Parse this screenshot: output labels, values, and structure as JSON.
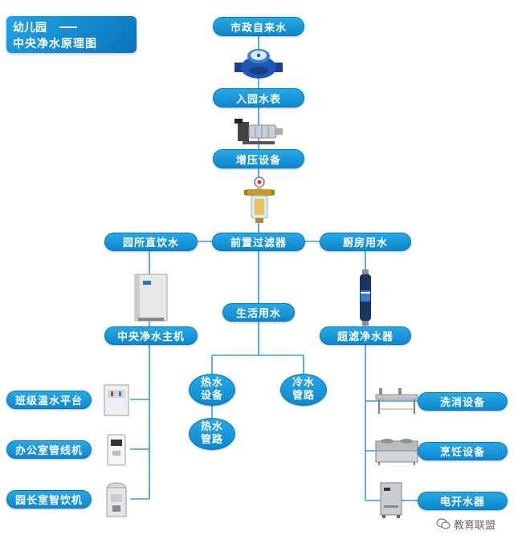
{
  "title": {
    "line1": "幼儿园",
    "line2": "中央净水原理图"
  },
  "nodes": {
    "municipal_water": "市政自来水",
    "water_meter": "入园水表",
    "booster": "增压设备",
    "pre_filter": "前置过滤器",
    "direct_drinking": "园所直饮水",
    "kitchen_water": "厨房用水",
    "central_host": "中央净水主机",
    "domestic_water": "生活用水",
    "uf_purifier": "超滤净水器",
    "hot_water_equipment": [
      "热水",
      "设备"
    ],
    "hot_water_pipe": [
      "热水",
      "管路"
    ],
    "cold_water_pipe": [
      "冷水",
      "管路"
    ],
    "class_platform": "班级温水平台",
    "office_dispenser": "办公室管线机",
    "director_dispenser": "园长室智饮机",
    "dishwasher": "洗消设备",
    "cooking": "烹饪设备",
    "electric_boiler": "电开水器"
  },
  "watermark": "教育联盟",
  "colors": {
    "node": "#1697da",
    "line": "#3a9ad3",
    "text": "#ffffff"
  },
  "icons": [
    "water-meter-icon",
    "booster-pump-icon",
    "pre-filter-icon",
    "purifier-cabinet-icon",
    "uf-filter-icon",
    "water-dispenser-icon",
    "kitchen-equipment-icon",
    "wechat-icon"
  ]
}
